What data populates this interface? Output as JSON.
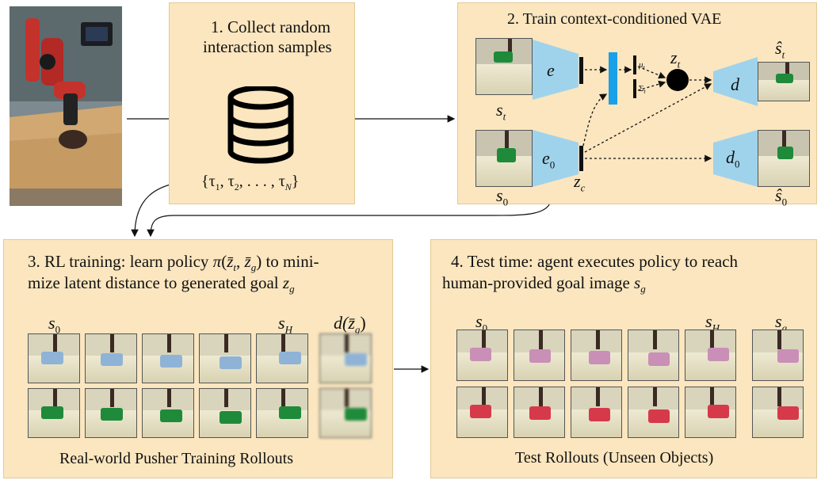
{
  "panels": {
    "collect": {
      "title_line1": "1.   Collect random",
      "title_line2": "interaction samples",
      "dataset": "{τ₁, τ₂, . . . , τ_N}",
      "dataset_parts": {
        "open": "{τ",
        "s1": "1",
        "c1": ", τ",
        "s2": "2",
        "c2": ", . . . , τ",
        "sN": "N",
        "close": "}"
      }
    },
    "vae": {
      "title": "2. Train context-conditioned VAE",
      "labels": {
        "e": "e",
        "e0": "e",
        "e0_sub": "0",
        "d": "d",
        "d0": "d",
        "d0_sub": "0",
        "zt": "z",
        "zt_sub": "t",
        "zc": "z",
        "zc_sub": "c",
        "st": "s",
        "st_sub": "t",
        "s0": "s",
        "s0_sub": "0",
        "st_hat": "ŝ",
        "st_hat_sub": "t",
        "s0_hat": "ŝ",
        "s0_hat_sub": "0",
        "mu": "μ",
        "mu_sub": "t",
        "sigma": "Σ",
        "sigma_sub": "t"
      }
    },
    "rl": {
      "title_line1": "3. RL training: learn policy π(z̄ₜ, z̄_g) to mini-",
      "title_line2": "mize latent distance to generated goal z_g",
      "caption": "Real-world Pusher Training Rollouts",
      "col_s0": "s",
      "col_s0_sub": "0",
      "col_sH": "s",
      "col_sH_sub": "H",
      "col_goal": "d(z̄",
      "col_goal_sub": "g",
      "col_goal_close": ")"
    },
    "test": {
      "title_line1": "4.  Test time:  agent executes policy to reach",
      "title_line2": "human-provided goal image s_g",
      "caption": "Test Rollouts (Unseen Objects)",
      "col_s0": "s",
      "col_s0_sub": "0",
      "col_sH": "s",
      "col_sH_sub": "H",
      "col_goal": "s",
      "col_goal_sub": "g"
    }
  },
  "colors": {
    "panel_fill": "#fbe6bf",
    "encoder_fill": "#9fd3ec",
    "latent_bar": "#1aa0e8",
    "arrow": "#111111"
  }
}
